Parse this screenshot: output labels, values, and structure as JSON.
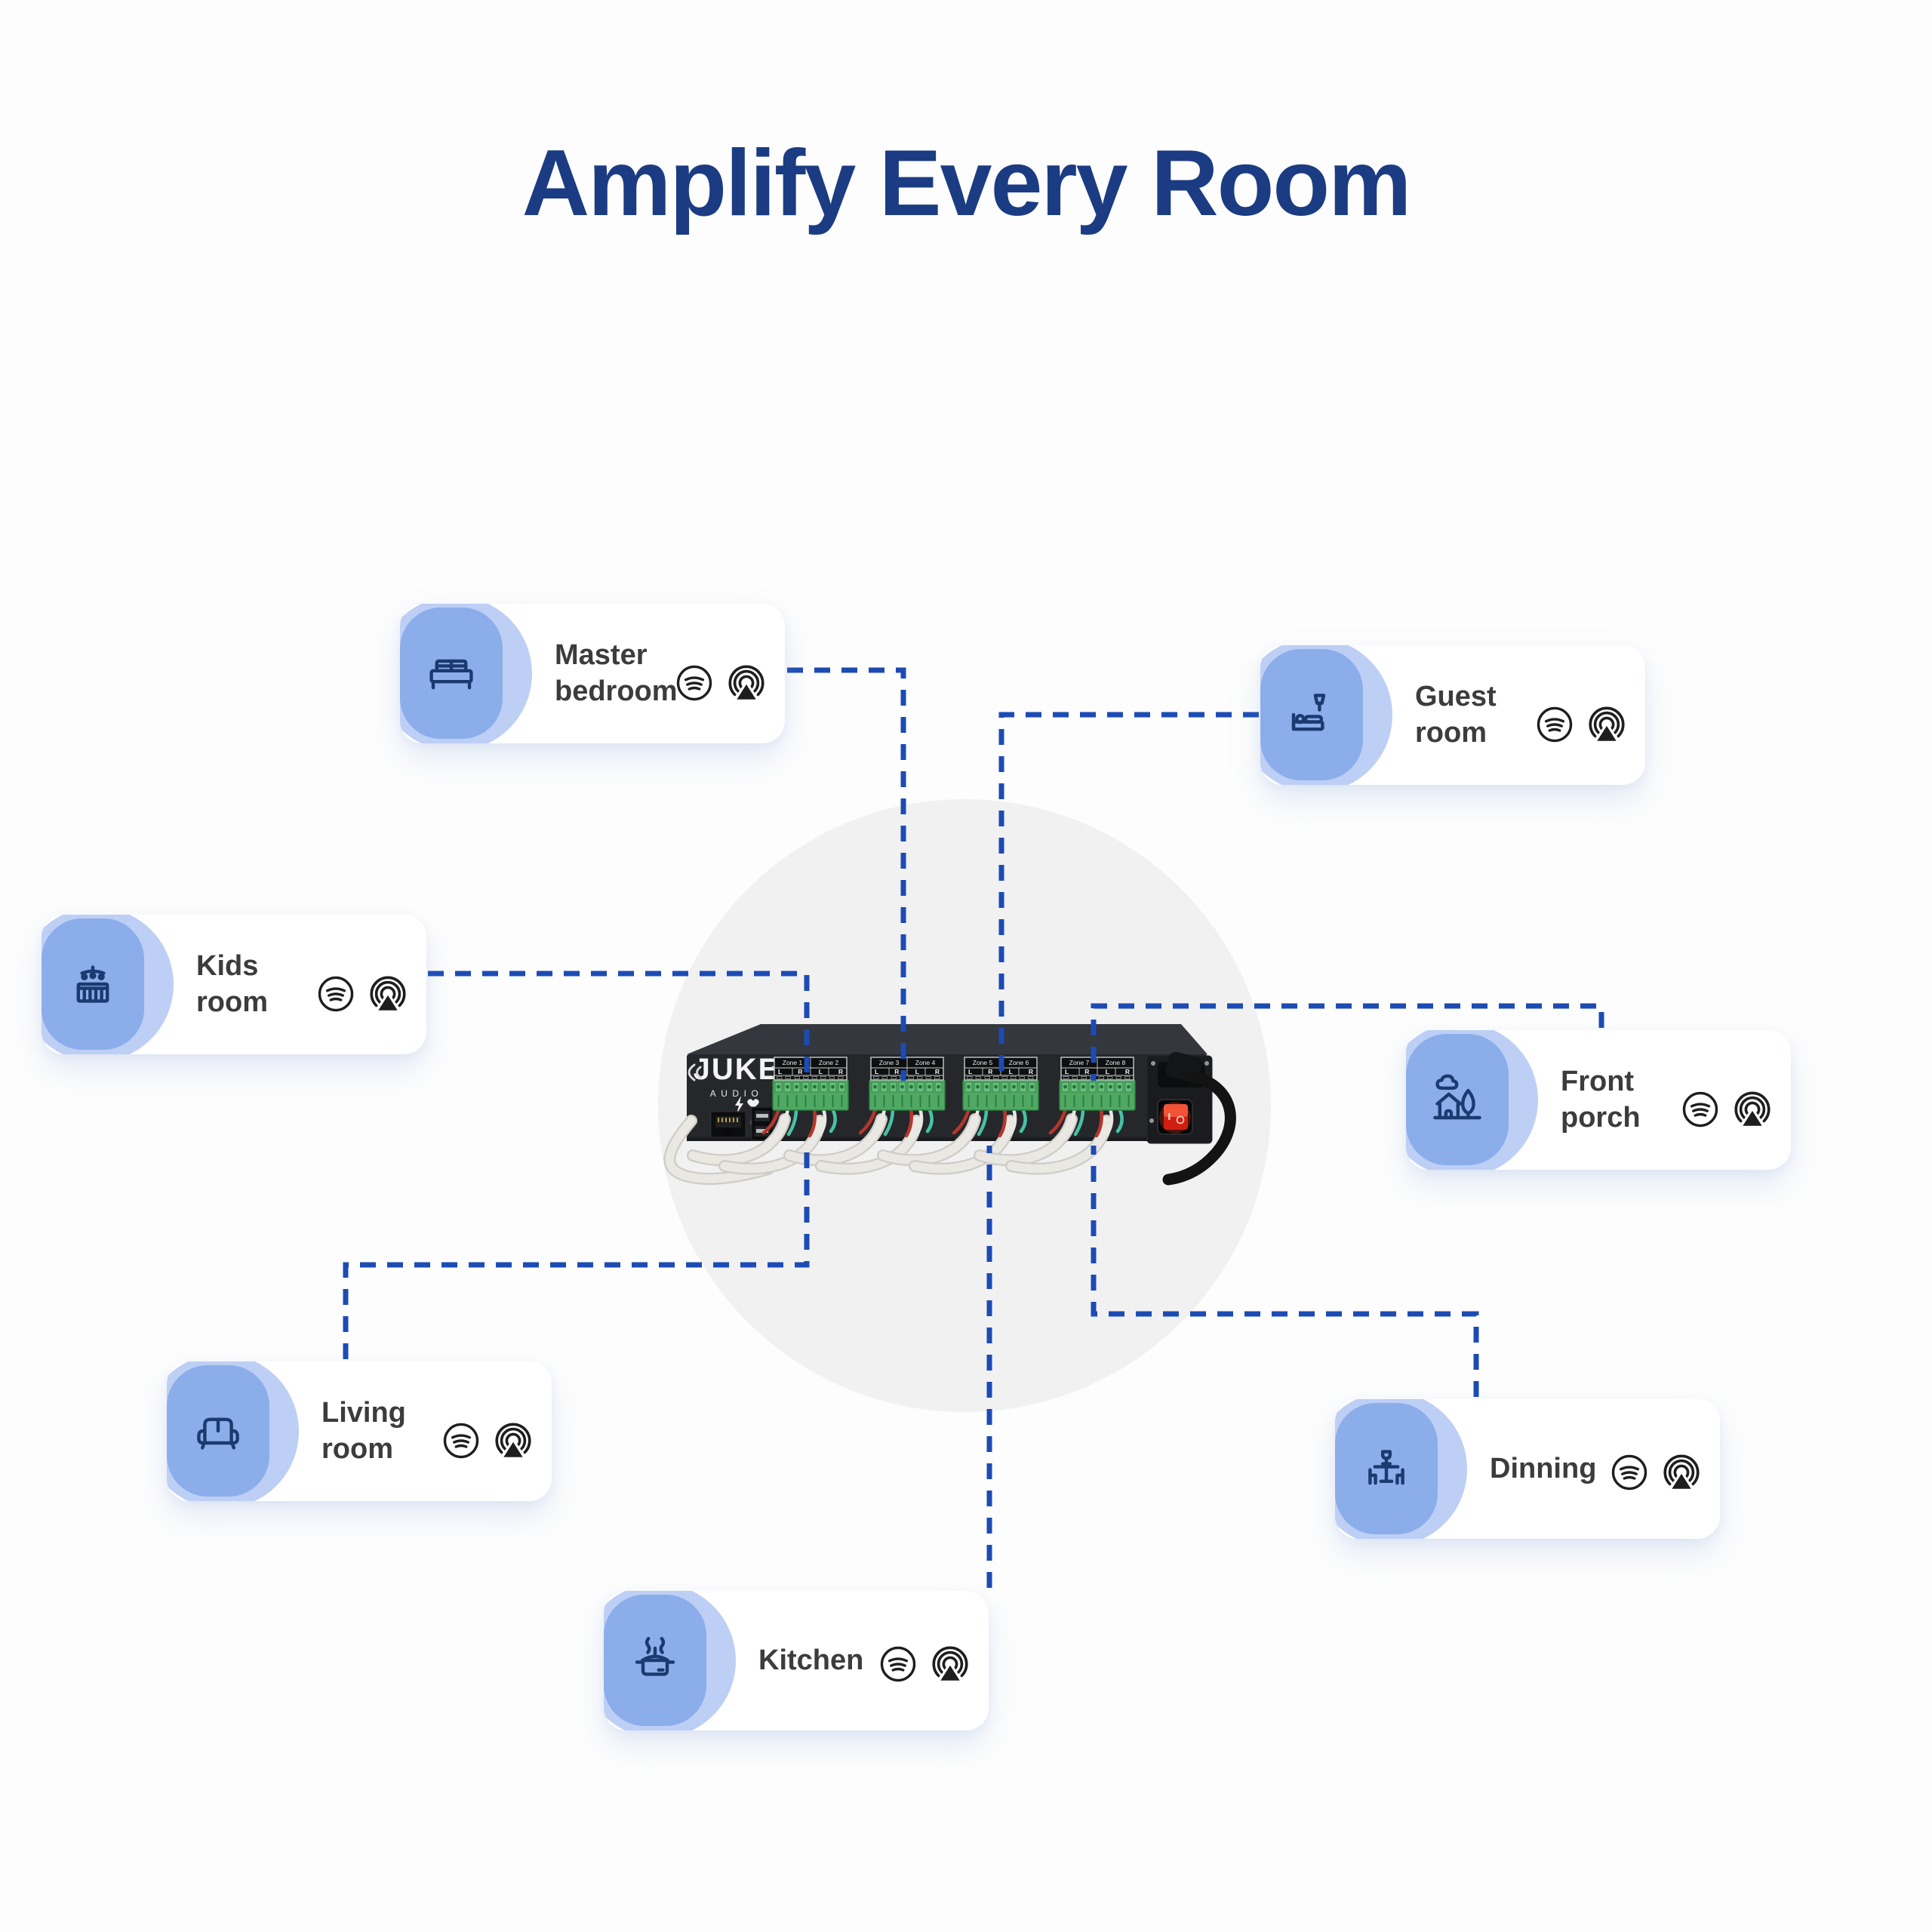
{
  "title": "Amplify Every Room",
  "rooms": [
    {
      "label": "Master bedroom",
      "icon": "bed-icon"
    },
    {
      "label": "Guest room",
      "icon": "guest-bed-lamp-icon"
    },
    {
      "label": "Kids room",
      "icon": "crib-icon"
    },
    {
      "label": "Front porch",
      "icon": "house-yard-icon"
    },
    {
      "label": "Living room",
      "icon": "sofa-icon"
    },
    {
      "label": "Dinning",
      "icon": "dining-table-icon"
    },
    {
      "label": "Kitchen",
      "icon": "cooking-pot-icon"
    }
  ],
  "card_icons": [
    "streaming-wifi-icon",
    "airplay-icon"
  ],
  "device": {
    "brand": "JUKE",
    "brand_sub": "AUDIO",
    "zones": [
      "Zone 1",
      "Zone 2",
      "Zone 3",
      "Zone 4",
      "Zone 5",
      "Zone 6",
      "Zone 7",
      "Zone 8"
    ],
    "channel_row": "L R L R"
  },
  "colors": {
    "accent": "#1c4bb4",
    "title-navy": "#1b3c82",
    "text-dark": "#3c3c3c",
    "glyph-dark": "#1e1e1e",
    "badge-blue": "#8badea",
    "badge-blue-light": "#bdcff5",
    "icon-navy": "#1a3a70",
    "circle-gray": "#f1f1f1",
    "device-black": "#25272b",
    "device-top": "#34373d",
    "terminal-green": "#4fa963",
    "wire-red": "#b5362c",
    "wire-teal": "#45c3a4",
    "wire-white": "#eae8e3",
    "cable-black": "#131313",
    "switch-red": "#d01f10",
    "led-yellow": "#ddd83f",
    "bg": "#fdfdfd"
  }
}
